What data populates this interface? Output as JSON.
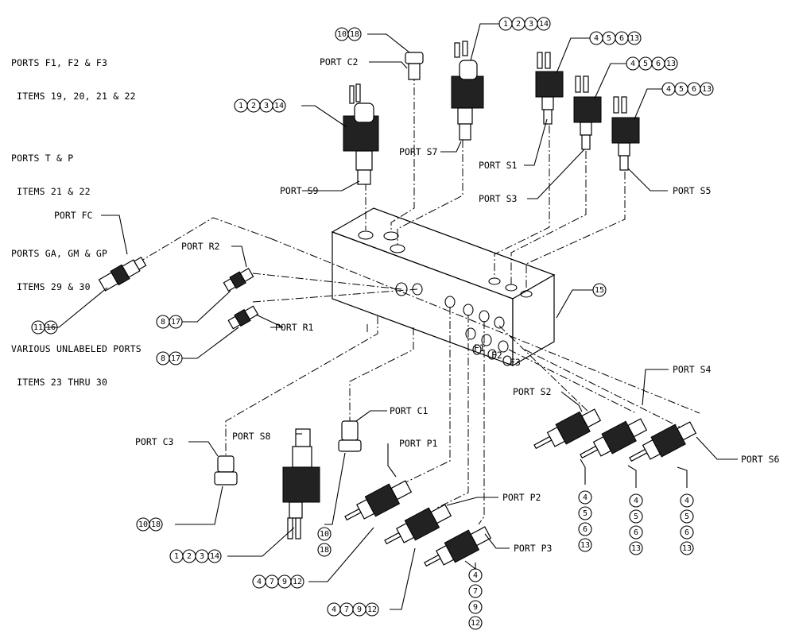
{
  "notes": [
    {
      "line1": "PORTS F1, F2 & F3",
      "line2": " ITEMS 19, 20, 21 & 22"
    },
    {
      "line1": "PORTS T & P",
      "line2": " ITEMS 21 & 22"
    },
    {
      "line1": "PORTS GA, GM & GP",
      "line2": " ITEMS 29 & 30"
    },
    {
      "line1": "VARIOUS UNLABELED PORTS",
      "line2": " ITEMS 23 THRU 30"
    }
  ],
  "ports": {
    "c2": "PORT C2",
    "s7": "PORT S7",
    "s9": "PORT S9",
    "s1": "PORT S1",
    "s3": "PORT S3",
    "s5": "PORT S5",
    "fc": "PORT FC",
    "r2": "PORT R2",
    "r1": "PORT R1",
    "c1": "PORT C1",
    "c3": "PORT C3",
    "s8": "PORT S8",
    "p1": "PORT P1",
    "p2": "PORT P2",
    "p3": "PORT P3",
    "s2": "PORT S2",
    "s4": "PORT S4",
    "s6": "PORT S6"
  },
  "block_ports": {
    "f1": "F1",
    "f2": "F2",
    "f3": "F3"
  },
  "callouts": {
    "c2_items": [
      "10",
      "18"
    ],
    "s7_items": [
      "1",
      "2",
      "3",
      "14"
    ],
    "s1_items": [
      "4",
      "5",
      "6",
      "13"
    ],
    "s3_items": [
      "4",
      "5",
      "6",
      "13"
    ],
    "s5_items": [
      "4",
      "5",
      "6",
      "13"
    ],
    "s9_items": [
      "1",
      "2",
      "3",
      "14"
    ],
    "block_item": "15",
    "fc_items": [
      "11",
      "16"
    ],
    "r2_items": [
      "8",
      "17"
    ],
    "r1_items": [
      "8",
      "17"
    ],
    "c3_items": [
      "10",
      "18"
    ],
    "c1_items": [
      "10",
      "18"
    ],
    "s8_items": [
      "1",
      "2",
      "3",
      "14"
    ],
    "p1_items": [
      "4",
      "7",
      "9",
      "12"
    ],
    "p2_items": [
      "4",
      "7",
      "9",
      "12"
    ],
    "p3_items": [
      "4",
      "7",
      "9",
      "12"
    ],
    "s2_items": [
      "4",
      "5",
      "6",
      "13"
    ],
    "s4_items": [
      "4",
      "5",
      "6",
      "13"
    ],
    "s6_items": [
      "4",
      "5",
      "6",
      "13"
    ]
  }
}
